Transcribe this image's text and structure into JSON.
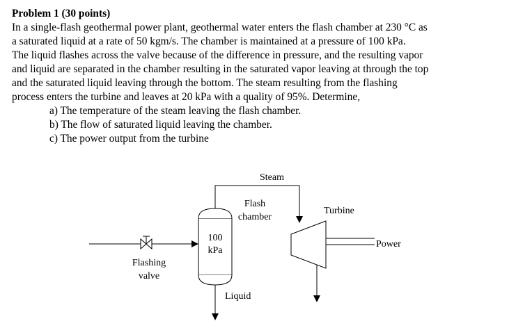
{
  "problem": {
    "title": "Problem 1 (30 points)",
    "statement_lines": [
      "In a single-flash geothermal power plant, geothermal water enters the flash chamber at 230 °C as",
      "a saturated liquid at a rate of 50 kgm/s.  The chamber is maintained at a pressure of 100 kPa.",
      "The liquid flashes across the valve because of the difference in pressure, and the resulting vapor",
      "and liquid are separated in the chamber resulting in the saturated vapor leaving at through the top",
      "and the saturated liquid leaving through the bottom.  The steam resulting from the flashing",
      "process enters the turbine and leaves at 20 kPa with a quality of 95%.  Determine,"
    ],
    "parts": [
      "a) The temperature of the steam leaving the flash chamber.",
      "b) The flow of saturated liquid leaving the chamber.",
      "c) The power output from the turbine"
    ]
  },
  "diagram": {
    "labels": {
      "steam": "Steam",
      "flash_chamber_line1": "Flash",
      "flash_chamber_line2": "chamber",
      "turbine": "Turbine",
      "power": "Power",
      "pressure_value": "100",
      "pressure_unit": "kPa",
      "valve_line1": "Flashing",
      "valve_line2": "valve",
      "liquid": "Liquid"
    }
  }
}
